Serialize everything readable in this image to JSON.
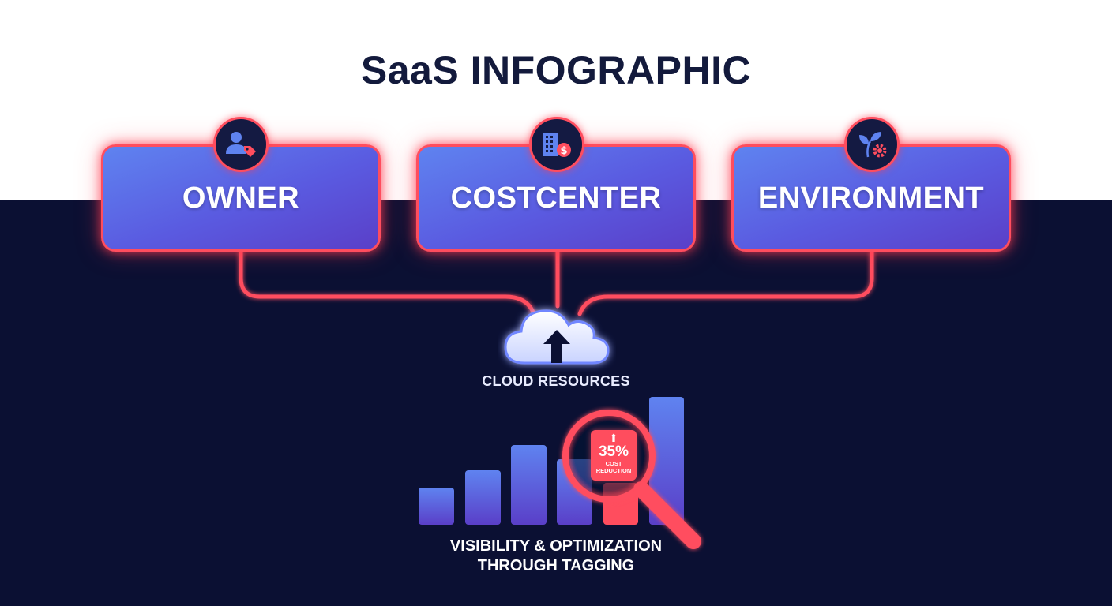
{
  "title": "SaaS INFOGRAPHIC",
  "tags": [
    {
      "label": "OWNER",
      "icon": "user-tag-icon"
    },
    {
      "label": "COSTCENTER",
      "icon": "building-dollar-icon"
    },
    {
      "label": "ENVIRONMENT",
      "icon": "leaf-gear-icon"
    }
  ],
  "cloud": {
    "label": "CLOUD RESOURCES",
    "icon": "cloud-upload-icon"
  },
  "highlight": {
    "value": "35%",
    "line1": "COST",
    "line2": "REDUCTION",
    "icon": "magnifier-icon"
  },
  "caption": {
    "line1": "VISIBILITY & OPTIMIZATION",
    "line2": "THROUGH TAGGING"
  },
  "colors": {
    "accent": "#ff4d5e",
    "dark_background": "#0b1033",
    "card_blue": "#5a5ae0",
    "title_text": "#131a3c"
  }
}
